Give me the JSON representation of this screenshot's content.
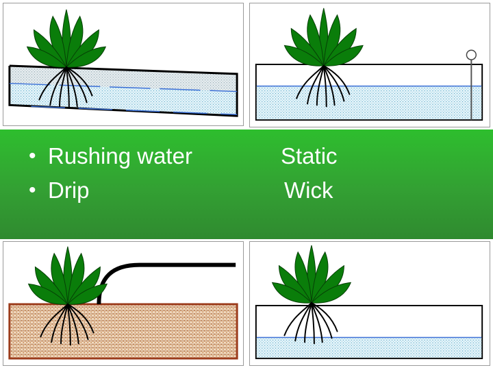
{
  "labels": {
    "left": [
      "Rushing water",
      "Drip"
    ],
    "right": [
      "Static",
      "Wick"
    ]
  },
  "panels": [
    {
      "id": "rushing-water",
      "water": "flowing"
    },
    {
      "id": "static",
      "water": "standing",
      "accessory": "float-indicator"
    },
    {
      "id": "drip",
      "medium": "substrate",
      "accessory": "drip-tube"
    },
    {
      "id": "wick",
      "water": "standing"
    }
  ],
  "colors": {
    "band_top": "#2ebe2e",
    "band_bottom": "#2f8a2f",
    "leaf": "#0a7d0a",
    "water": "#cfe9f2",
    "water_line": "#3a6fd6",
    "substrate": "#d8b895",
    "substrate_border": "#9b3b1b"
  }
}
